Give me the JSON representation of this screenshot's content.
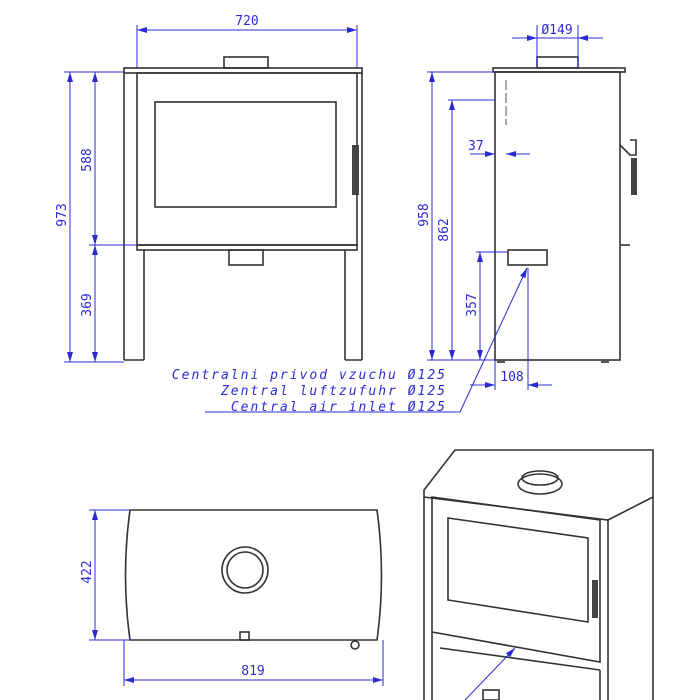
{
  "front_view": {
    "width": "720",
    "total_height": "973",
    "door_height": "588",
    "leg_height": "369"
  },
  "side_view": {
    "flue_diameter": "Ø149",
    "height": "958",
    "flue_axis_height": "862",
    "inlet_height": "357",
    "flue_offset": "37",
    "inlet_offset": "108"
  },
  "labels": [
    "Centralni privod vzuchu Ø125",
    "Zentral luftzufuhr Ø125",
    "Central air inlet Ø125"
  ],
  "top_view": {
    "depth": "422",
    "width": "819"
  },
  "colors": {
    "dimension": "#2b2bd6",
    "outline": "#333333"
  }
}
